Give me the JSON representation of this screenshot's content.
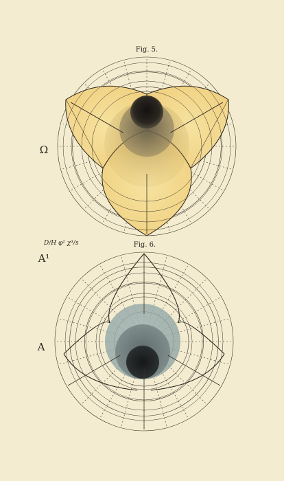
{
  "figures": [
    {
      "caption": "Fig. 5.",
      "side_label": "Ω",
      "fill_color": "#f0d890",
      "shade_color": "#221c14"
    },
    {
      "caption": "Fig. 6.",
      "side_label": "A",
      "upper_label": "A¹",
      "fill_color": "#c8d0cc",
      "shade_color": "#1a1c1c"
    }
  ],
  "formula": "D/H φ² χ³/s"
}
